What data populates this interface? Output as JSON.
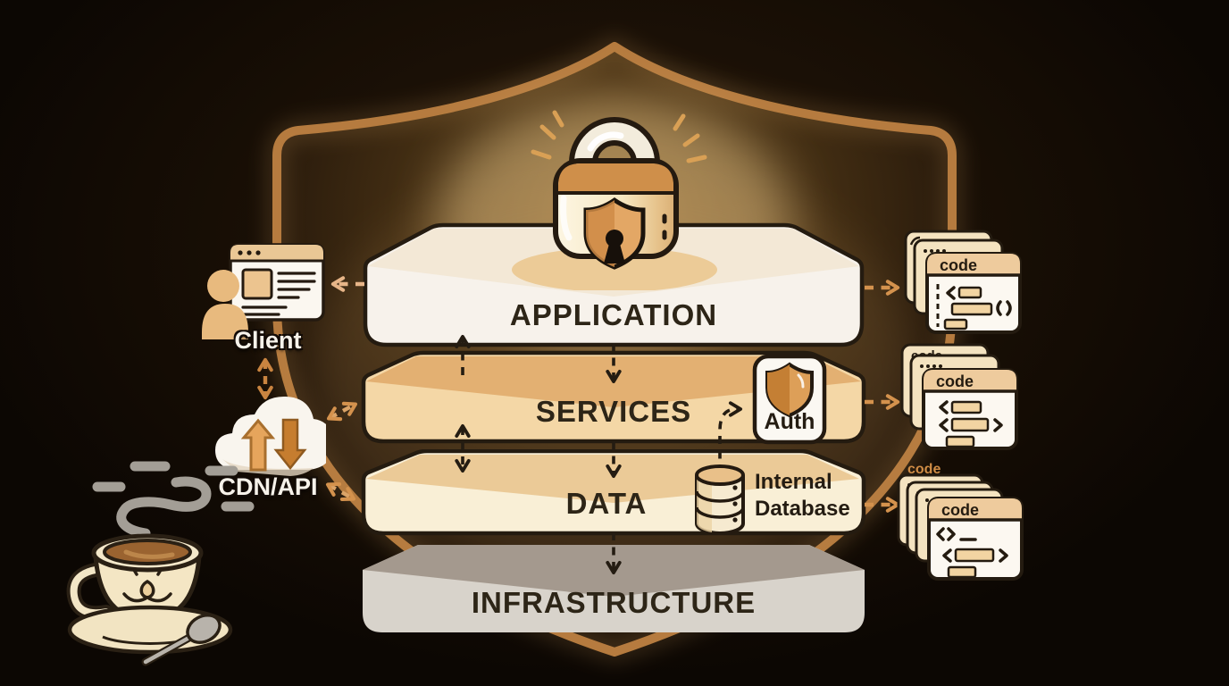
{
  "diagram": {
    "layers": [
      {
        "id": "application",
        "label": "APPLICATION"
      },
      {
        "id": "services",
        "label": "SERVICES"
      },
      {
        "id": "data",
        "label": "DATA"
      },
      {
        "id": "infrastructure",
        "label": "INFRASTRUCTURE"
      }
    ],
    "client": {
      "label": "Client"
    },
    "cdn": {
      "label": "CDN/API"
    },
    "auth": {
      "label": "Auth"
    },
    "database": {
      "line1": "Internal",
      "line2": "Database"
    },
    "code_windows": {
      "front_title": "code",
      "back_title": "code",
      "floating_title": "code"
    }
  },
  "icons": {
    "padlock": "locked padlock with shield keyhole",
    "big_shield": "large shield backdrop",
    "auth_shield": "small orange shield",
    "client_browser": "browser window",
    "client_user": "person silhouette",
    "cloud_sync": "cloud with up/down arrows",
    "database": "cylinder database",
    "code_window": "stacked code windows </>",
    "coffee_cup": "steaming coffee cup with saucer and spoon"
  },
  "colors": {
    "background": "#0e0803",
    "shield_outline": "#b0753a",
    "glow": "#e8c27c",
    "layer_application": "#f7f2eb",
    "layer_services": "#f4d7a6",
    "layer_data": "#f9efd6",
    "layer_infrastructure": "#d8d3cb",
    "layer_text": "#2d2517",
    "arrow_dark": "#241c12",
    "arrow_orange": "#d4924d",
    "panel_tan": "#eecb9d",
    "label_light": "#f6f2ea"
  }
}
